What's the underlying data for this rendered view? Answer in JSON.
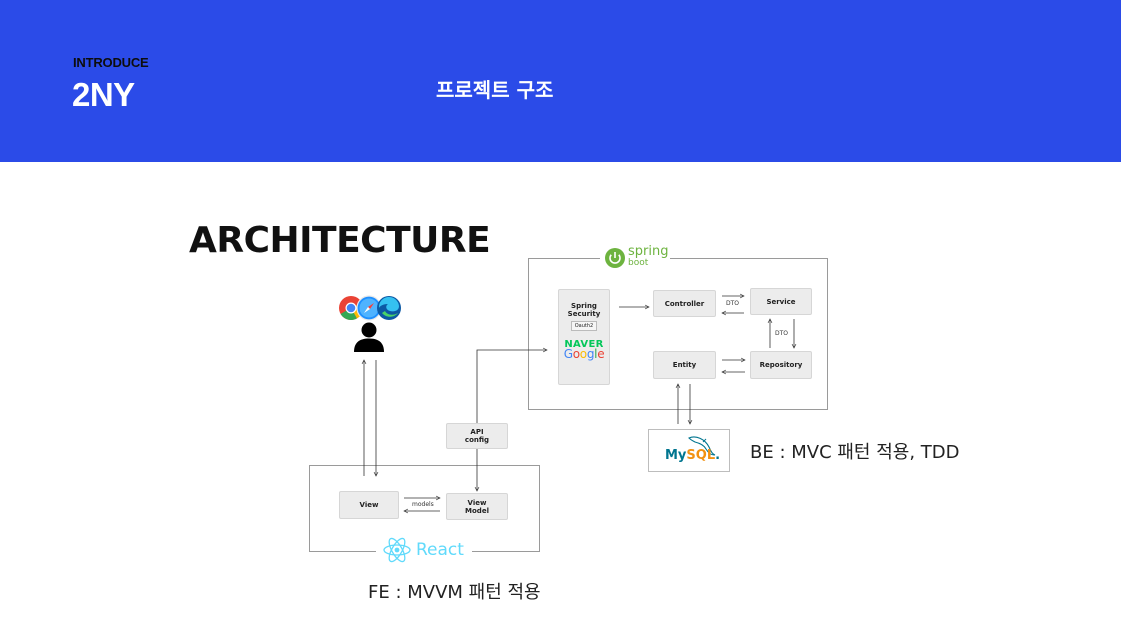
{
  "header": {
    "section_label": "INTRODUCE",
    "brand": "2NY",
    "title": "프로젝트 구조"
  },
  "diagram": {
    "title": "ARCHITECTURE",
    "backend": {
      "logo_text_1": "spring",
      "logo_text_2": "boot",
      "security": {
        "line1": "Spring",
        "line2": "Security",
        "badge": "Oauth2"
      },
      "providers": {
        "naver": "NAVER",
        "google": [
          "G",
          "o",
          "o",
          "g",
          "l",
          "e"
        ]
      },
      "controller": "Controller",
      "service": "Service",
      "entity": "Entity",
      "repository": "Repository",
      "dto_label_1": "DTO",
      "dto_label_2": "DTO"
    },
    "database": {
      "name_1": "My",
      "name_2": "SQL",
      "suffix": "."
    },
    "api_config": {
      "line1": "API",
      "line2": "config"
    },
    "frontend": {
      "view": "View",
      "view_model_1": "View",
      "view_model_2": "Model",
      "models_label": "models",
      "logo_text": "React"
    },
    "captions": {
      "backend": "BE : MVC 패턴 적용, TDD",
      "frontend": "FE : MVVM 패턴 적용"
    }
  },
  "colors": {
    "header_bg": "#2b4be8",
    "spring_green": "#6db33f",
    "react_blue": "#61dafb",
    "mysql_blue": "#00758f",
    "mysql_orange": "#f29111",
    "naver_green": "#03c75a"
  }
}
